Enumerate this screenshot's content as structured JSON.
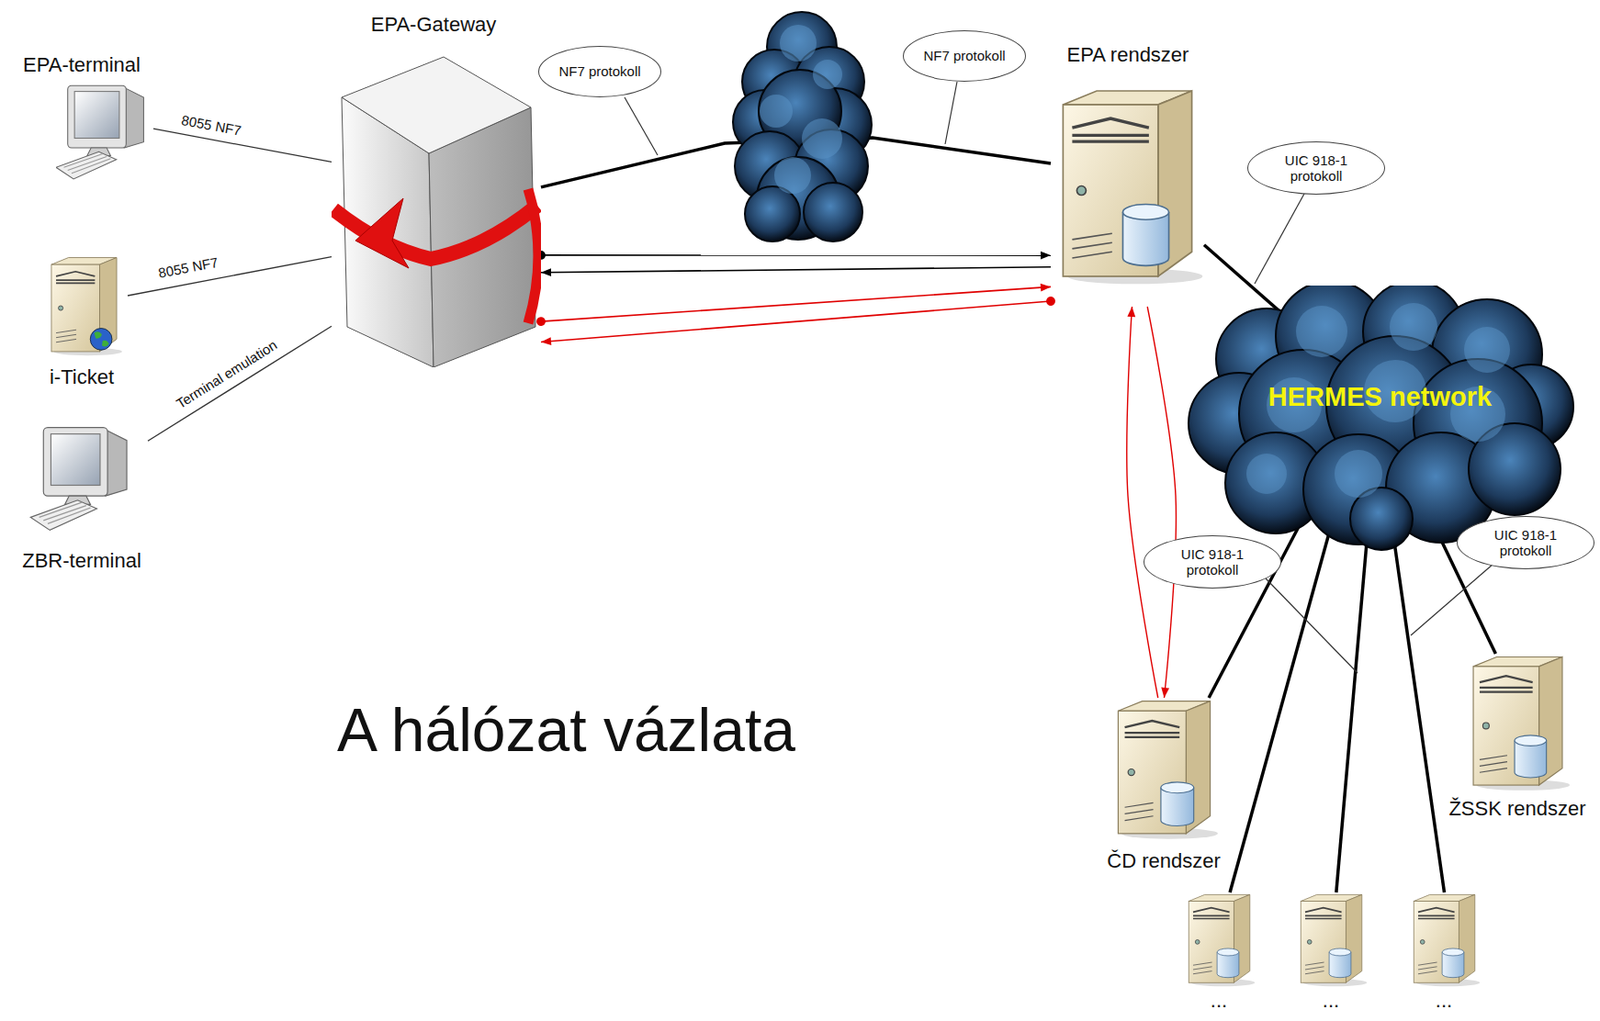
{
  "diagram": {
    "caption": "A hálózat vázlata",
    "nodes": [
      {
        "text": [
          "EPA-terminal"
        ]
      },
      {
        "text": [
          "EPA-Gateway"
        ]
      },
      {
        "text": [
          "i-Ticket"
        ]
      },
      {
        "text": [
          "ZBR-terminal"
        ]
      },
      {
        "text": [
          "EPA rendszer"
        ]
      },
      {
        "text": [
          "HERMES network"
        ]
      },
      {
        "text": [
          "ŽSSK rendszer"
        ]
      },
      {
        "text": [
          "ČD rendszer"
        ]
      },
      {
        "text": [
          "..."
        ]
      },
      {
        "text": [
          "..."
        ]
      },
      {
        "text": [
          "..."
        ]
      }
    ],
    "edges": [
      {
        "from": 0,
        "to": 1,
        "arrow": "none",
        "label": "8055 NF7"
      },
      {
        "from": 2,
        "to": 1,
        "arrow": "none",
        "label": "8055 NF7"
      },
      {
        "from": 3,
        "to": 1,
        "arrow": "none",
        "label": "Terminal emulation"
      },
      {
        "from": 1,
        "to": 4,
        "arrow": "none"
      },
      {
        "from": 1,
        "to": 4,
        "arrow": "to"
      },
      {
        "from": 4,
        "to": 1,
        "arrow": "to"
      },
      {
        "from": 1,
        "to": 4,
        "arrow": "to"
      },
      {
        "from": 4,
        "to": 1,
        "arrow": "to"
      },
      {
        "from": 7,
        "to": 4,
        "arrow": "to"
      },
      {
        "from": 4,
        "to": 7,
        "arrow": "to"
      },
      {
        "from": 4,
        "to": 5,
        "arrow": "none"
      },
      {
        "from": 5,
        "to": 7,
        "arrow": "none"
      },
      {
        "from": 5,
        "to": 8,
        "arrow": "none"
      },
      {
        "from": 5,
        "to": 9,
        "arrow": "none"
      },
      {
        "from": 5,
        "to": 10,
        "arrow": "none"
      },
      {
        "from": 5,
        "to": 6,
        "arrow": "none"
      }
    ],
    "labels": [
      "NF7 protokoll",
      "NF7 protokoll",
      "UIC 918-1 protokoll",
      "UIC 918-1 protokoll",
      "UIC 918-1 protokoll"
    ]
  }
}
